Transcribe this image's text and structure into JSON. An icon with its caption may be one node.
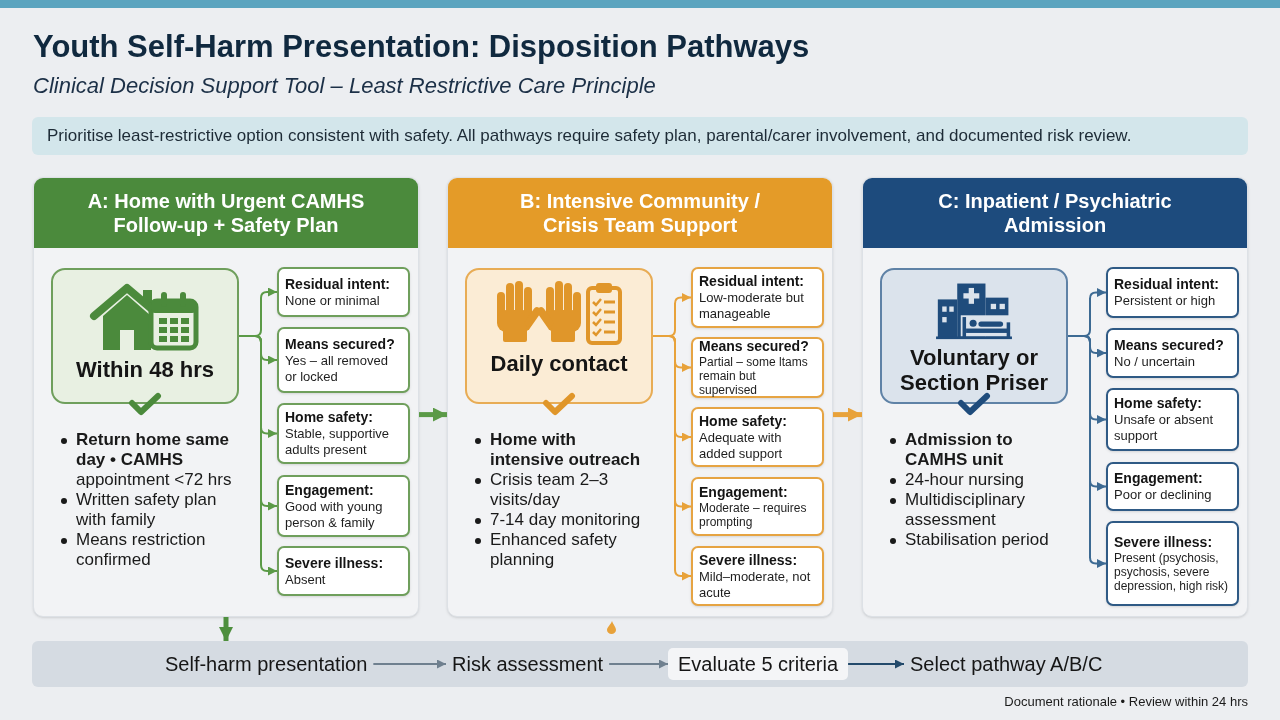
{
  "diagram": {
    "title": "Youth Self-Harm Presentation: Disposition Pathways",
    "nodes": [
      {
        "text": [
          "Prioritise least-restrictive option consistent with safety. All pathways require safety plan, parental/carer involvement, and documented risk review."
        ]
      },
      {
        "text": [
          "A: Home with Urgent CAMHS Follow-up + Safety Plan",
          "**Return home same day • CAMHS** appointment <72 hrs",
          "Written safety plan with family",
          "Means restriction confirmed"
        ]
      },
      {
        "text": [
          "Within 48 hrs"
        ],
        "in": 1
      },
      {
        "text": [
          "Residual intent:",
          "None or minimal"
        ],
        "in": 1
      },
      {
        "text": [
          "Means secured?",
          "Yes – all removed or locked"
        ],
        "in": 1
      },
      {
        "text": [
          "Home safety:",
          "Stable, supportive adults present"
        ],
        "in": 1
      },
      {
        "text": [
          "Engagement:",
          "Good with young person & family"
        ],
        "in": 1
      },
      {
        "text": [
          "Severe illness:",
          "Absent"
        ],
        "in": 1
      },
      {
        "text": [
          "B: Intensive Community / Crisis Team Support",
          "Home with intensive outreach",
          "Crisis team 2–3 visits/day",
          "7-14 day monitoring",
          "Enhanced safety planning"
        ]
      },
      {
        "text": [
          "Daily contact"
        ],
        "in": 8
      },
      {
        "text": [
          "Residual intent:",
          "Low-moderate but manageable"
        ],
        "in": 8
      },
      {
        "text": [
          "Means secured?",
          "Partial – some ltams remain but supervised"
        ],
        "in": 8
      },
      {
        "text": [
          "Home safety:",
          "Adequate with added support"
        ],
        "in": 8
      },
      {
        "text": [
          "Engagement:",
          "Moderate – requires prompting"
        ],
        "in": 8
      },
      {
        "text": [
          "Severe illness:",
          "Mild–moderate, not acute"
        ],
        "in": 8
      },
      {
        "text": [
          "C: Inpatient / Psychiatric Admission",
          "Admission to CAMHS unit",
          "24-hour nursing",
          "Multidisciplinary assessment",
          "Stabilisation period"
        ]
      },
      {
        "text": [
          "Voluntary or Section Priser"
        ],
        "in": 15
      },
      {
        "text": [
          "Residual intent:",
          "Persistent or high"
        ],
        "in": 15
      },
      {
        "text": [
          "Means secured?",
          "No / uncertain"
        ],
        "in": 15
      },
      {
        "text": [
          "Home safety:",
          "Unsafe or absent support"
        ],
        "in": 15
      },
      {
        "text": [
          "Engagement:",
          "Poor or declining"
        ],
        "in": 15
      },
      {
        "text": [
          "Severe illness:",
          "Present (psychosis, psychosis, severe depression, high risk)"
        ],
        "in": 15
      },
      {
        "text": [],
        "shape": "bar"
      },
      {
        "text": [
          "Self-harm presentation"
        ],
        "in": 22
      },
      {
        "text": [
          "Risk assessment"
        ],
        "in": 22
      },
      {
        "text": [
          "Evaluate 5 criteria"
        ],
        "in": 22
      },
      {
        "text": [
          "Select pathway A/B/C"
        ],
        "in": 22
      }
    ],
    "edges": [
      {
        "from": 2,
        "to": 3,
        "arrow": "to",
        "color": "#5b9a47"
      },
      {
        "from": 2,
        "to": 4,
        "arrow": "to",
        "color": "#5b9a47"
      },
      {
        "from": 2,
        "to": 5,
        "arrow": "to",
        "color": "#5b9a47"
      },
      {
        "from": 2,
        "to": 6,
        "arrow": "to",
        "color": "#5b9a47"
      },
      {
        "from": 2,
        "to": 7,
        "arrow": "to",
        "color": "#5b9a47"
      },
      {
        "from": 1,
        "to": 8,
        "arrow": "to",
        "style": "thick",
        "color": "#5b9a47"
      },
      {
        "from": 9,
        "to": 10,
        "arrow": "to",
        "color": "#e8a23a"
      },
      {
        "from": 9,
        "to": 11,
        "arrow": "to",
        "color": "#e8a23a"
      },
      {
        "from": 9,
        "to": 12,
        "arrow": "to",
        "color": "#e8a23a"
      },
      {
        "from": 9,
        "to": 13,
        "arrow": "to",
        "color": "#e8a23a"
      },
      {
        "from": 9,
        "to": 14,
        "arrow": "to",
        "color": "#e8a23a"
      },
      {
        "from": 8,
        "to": 15,
        "arrow": "to",
        "style": "thick",
        "color": "#e8a23a"
      },
      {
        "from": 16,
        "to": 17,
        "arrow": "to",
        "color": "#3d6a93"
      },
      {
        "from": 16,
        "to": 18,
        "arrow": "to",
        "color": "#3d6a93"
      },
      {
        "from": 16,
        "to": 19,
        "arrow": "to",
        "color": "#3d6a93"
      },
      {
        "from": 16,
        "to": 20,
        "arrow": "to",
        "color": "#3d6a93"
      },
      {
        "from": 16,
        "to": 21,
        "arrow": "to",
        "color": "#3d6a93"
      },
      {
        "from": 1,
        "to": 22,
        "arrow": "to",
        "style": "thick",
        "color": "#4e8f3e"
      },
      {
        "from": 23,
        "to": 24,
        "arrow": "to",
        "color": "#6f808f"
      },
      {
        "from": 24,
        "to": 25,
        "arrow": "to",
        "color": "#6f808f"
      },
      {
        "from": 25,
        "to": 26,
        "arrow": "to",
        "color": "#234a6b"
      }
    ],
    "labels": [
      "Clinical Decision Support Tool – Least Restrictive Care Principle",
      "Document rationale • Review within 24 hrs"
    ]
  }
}
